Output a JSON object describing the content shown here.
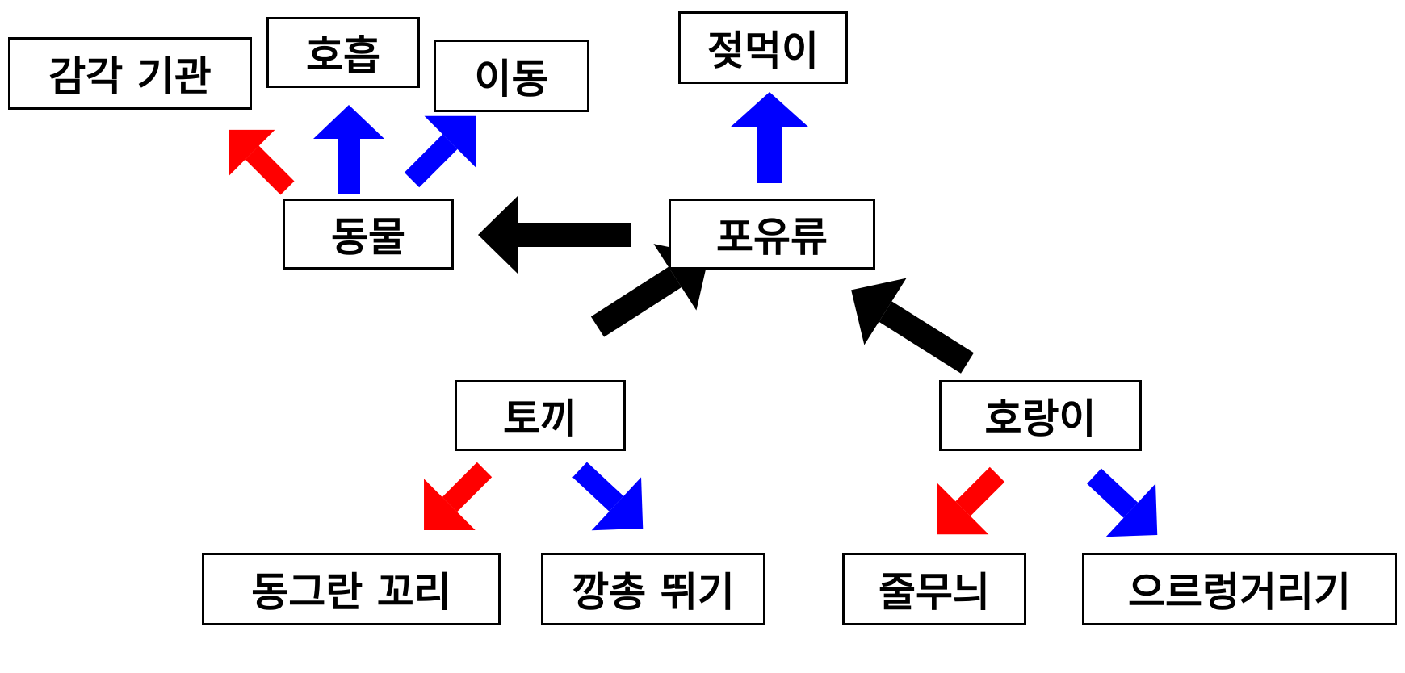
{
  "nodes": {
    "sensory_organs": "감각 기관",
    "breathing": "호흡",
    "movement": "이동",
    "suckling": "젖먹이",
    "animal": "동물",
    "mammal": "포유류",
    "rabbit": "토끼",
    "tiger": "호랑이",
    "round_tail": "동그란 꼬리",
    "hopping": "깡총 뛰기",
    "stripes": "줄무늬",
    "growling": "으르렁거리기"
  },
  "colors": {
    "red_arrow": "#ff0000",
    "blue_arrow": "#0000ff",
    "black_arrow": "#000000",
    "box_border": "#000000"
  }
}
